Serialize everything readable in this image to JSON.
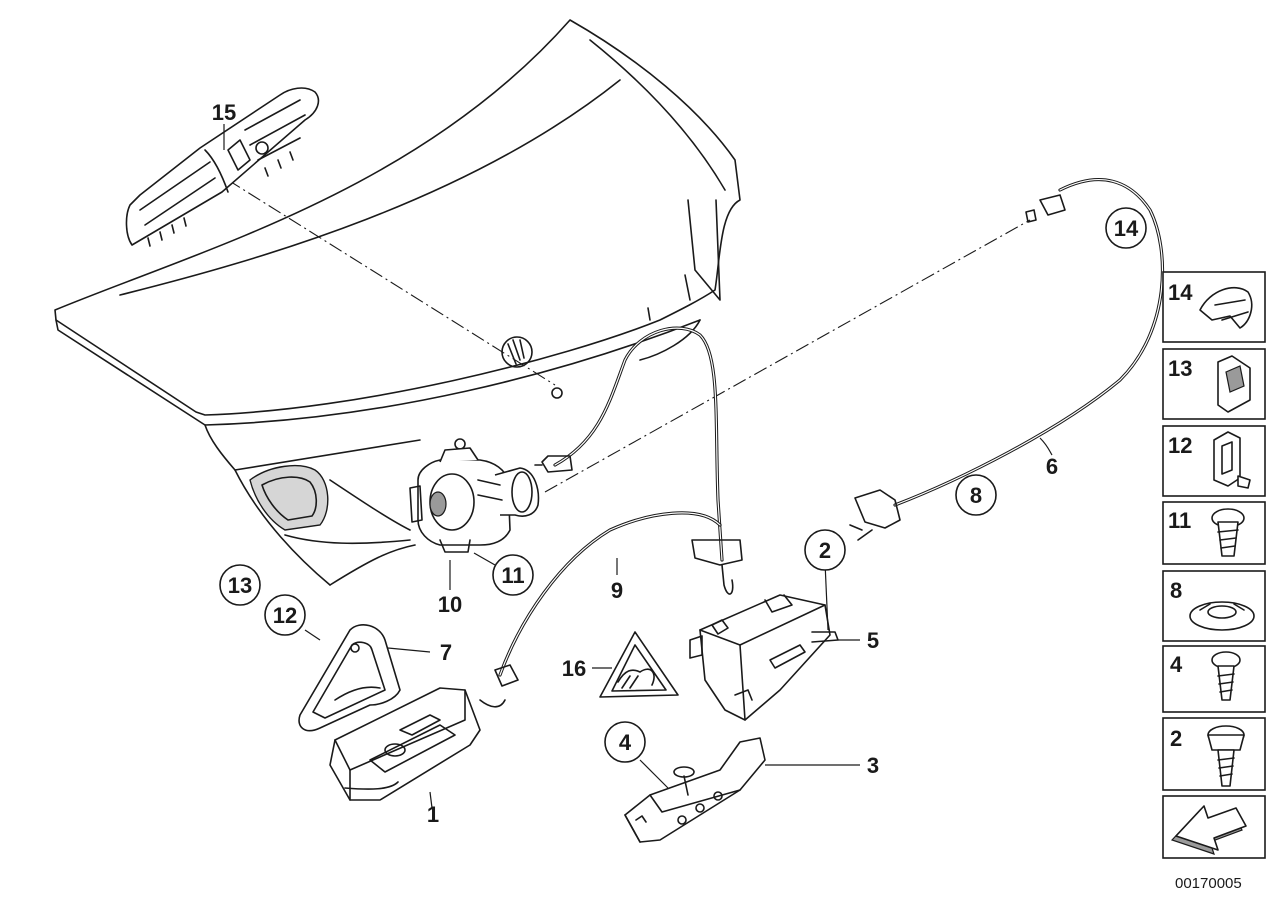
{
  "callouts": [
    "1",
    "2",
    "3",
    "4",
    "5",
    "6",
    "7",
    "8",
    "9",
    "10",
    "11",
    "12",
    "13",
    "14",
    "15",
    "16"
  ],
  "circled_callouts": [
    "2",
    "4",
    "8",
    "11",
    "12",
    "13",
    "14"
  ],
  "side_panel": [
    "14",
    "13",
    "12",
    "11",
    "8",
    "4",
    "2"
  ],
  "drawing_number": "00170005"
}
